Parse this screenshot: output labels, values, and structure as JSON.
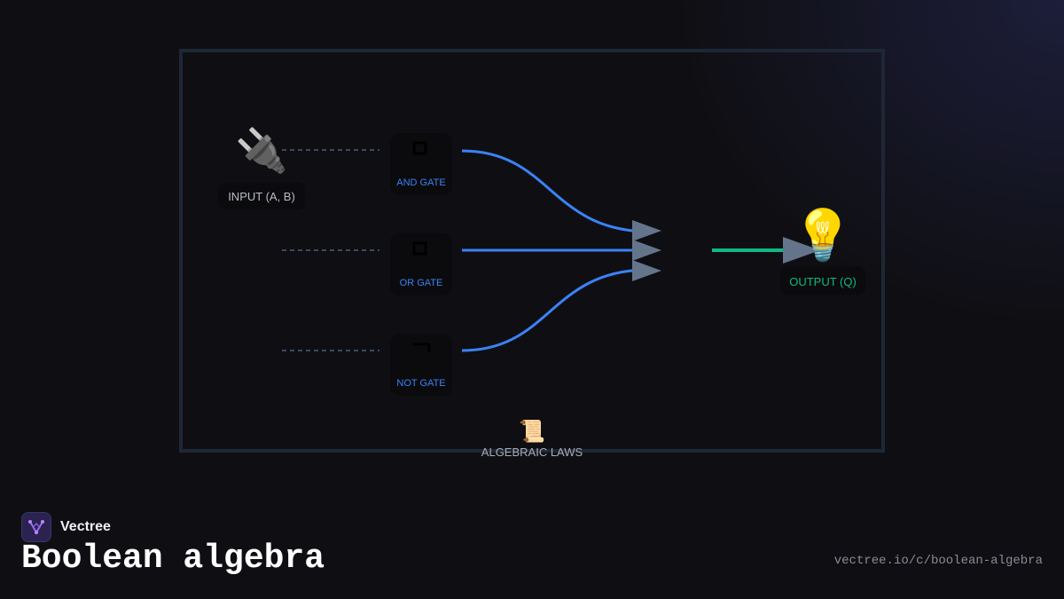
{
  "diagram": {
    "nodes": {
      "input": {
        "icon": "plug-icon",
        "glyph": "🔌",
        "label": "INPUT (A, B)"
      },
      "and_gate": {
        "icon": "and-gate-icon",
        "glyph": "◘",
        "label": "AND GATE"
      },
      "or_gate": {
        "icon": "or-gate-icon",
        "glyph": "◘",
        "label": "OR GATE"
      },
      "not_gate": {
        "icon": "not-gate-icon",
        "glyph": "¬",
        "label": "NOT GATE"
      },
      "output": {
        "icon": "light-bulb-icon",
        "glyph": "💡",
        "label": "OUTPUT (Q)"
      },
      "laws": {
        "icon": "scroll-icon",
        "glyph": "📜",
        "label": "ALGEBRAIC LAWS"
      }
    },
    "colors": {
      "frame": "#1e2735",
      "dotted": "#3a4a63",
      "wire": "#3b82f6",
      "output_wire": "#10b981",
      "arrow": "#64748b",
      "gate_label": "#3b82f6",
      "input_label": "#b8bcc6",
      "output_label": "#10b981",
      "laws_label": "#a8acb6"
    }
  },
  "brand": {
    "name": "Vectree",
    "logo_icon": "vectree-logo-icon"
  },
  "page": {
    "title": "Boolean algebra",
    "url": "vectree.io/c/boolean-algebra"
  }
}
